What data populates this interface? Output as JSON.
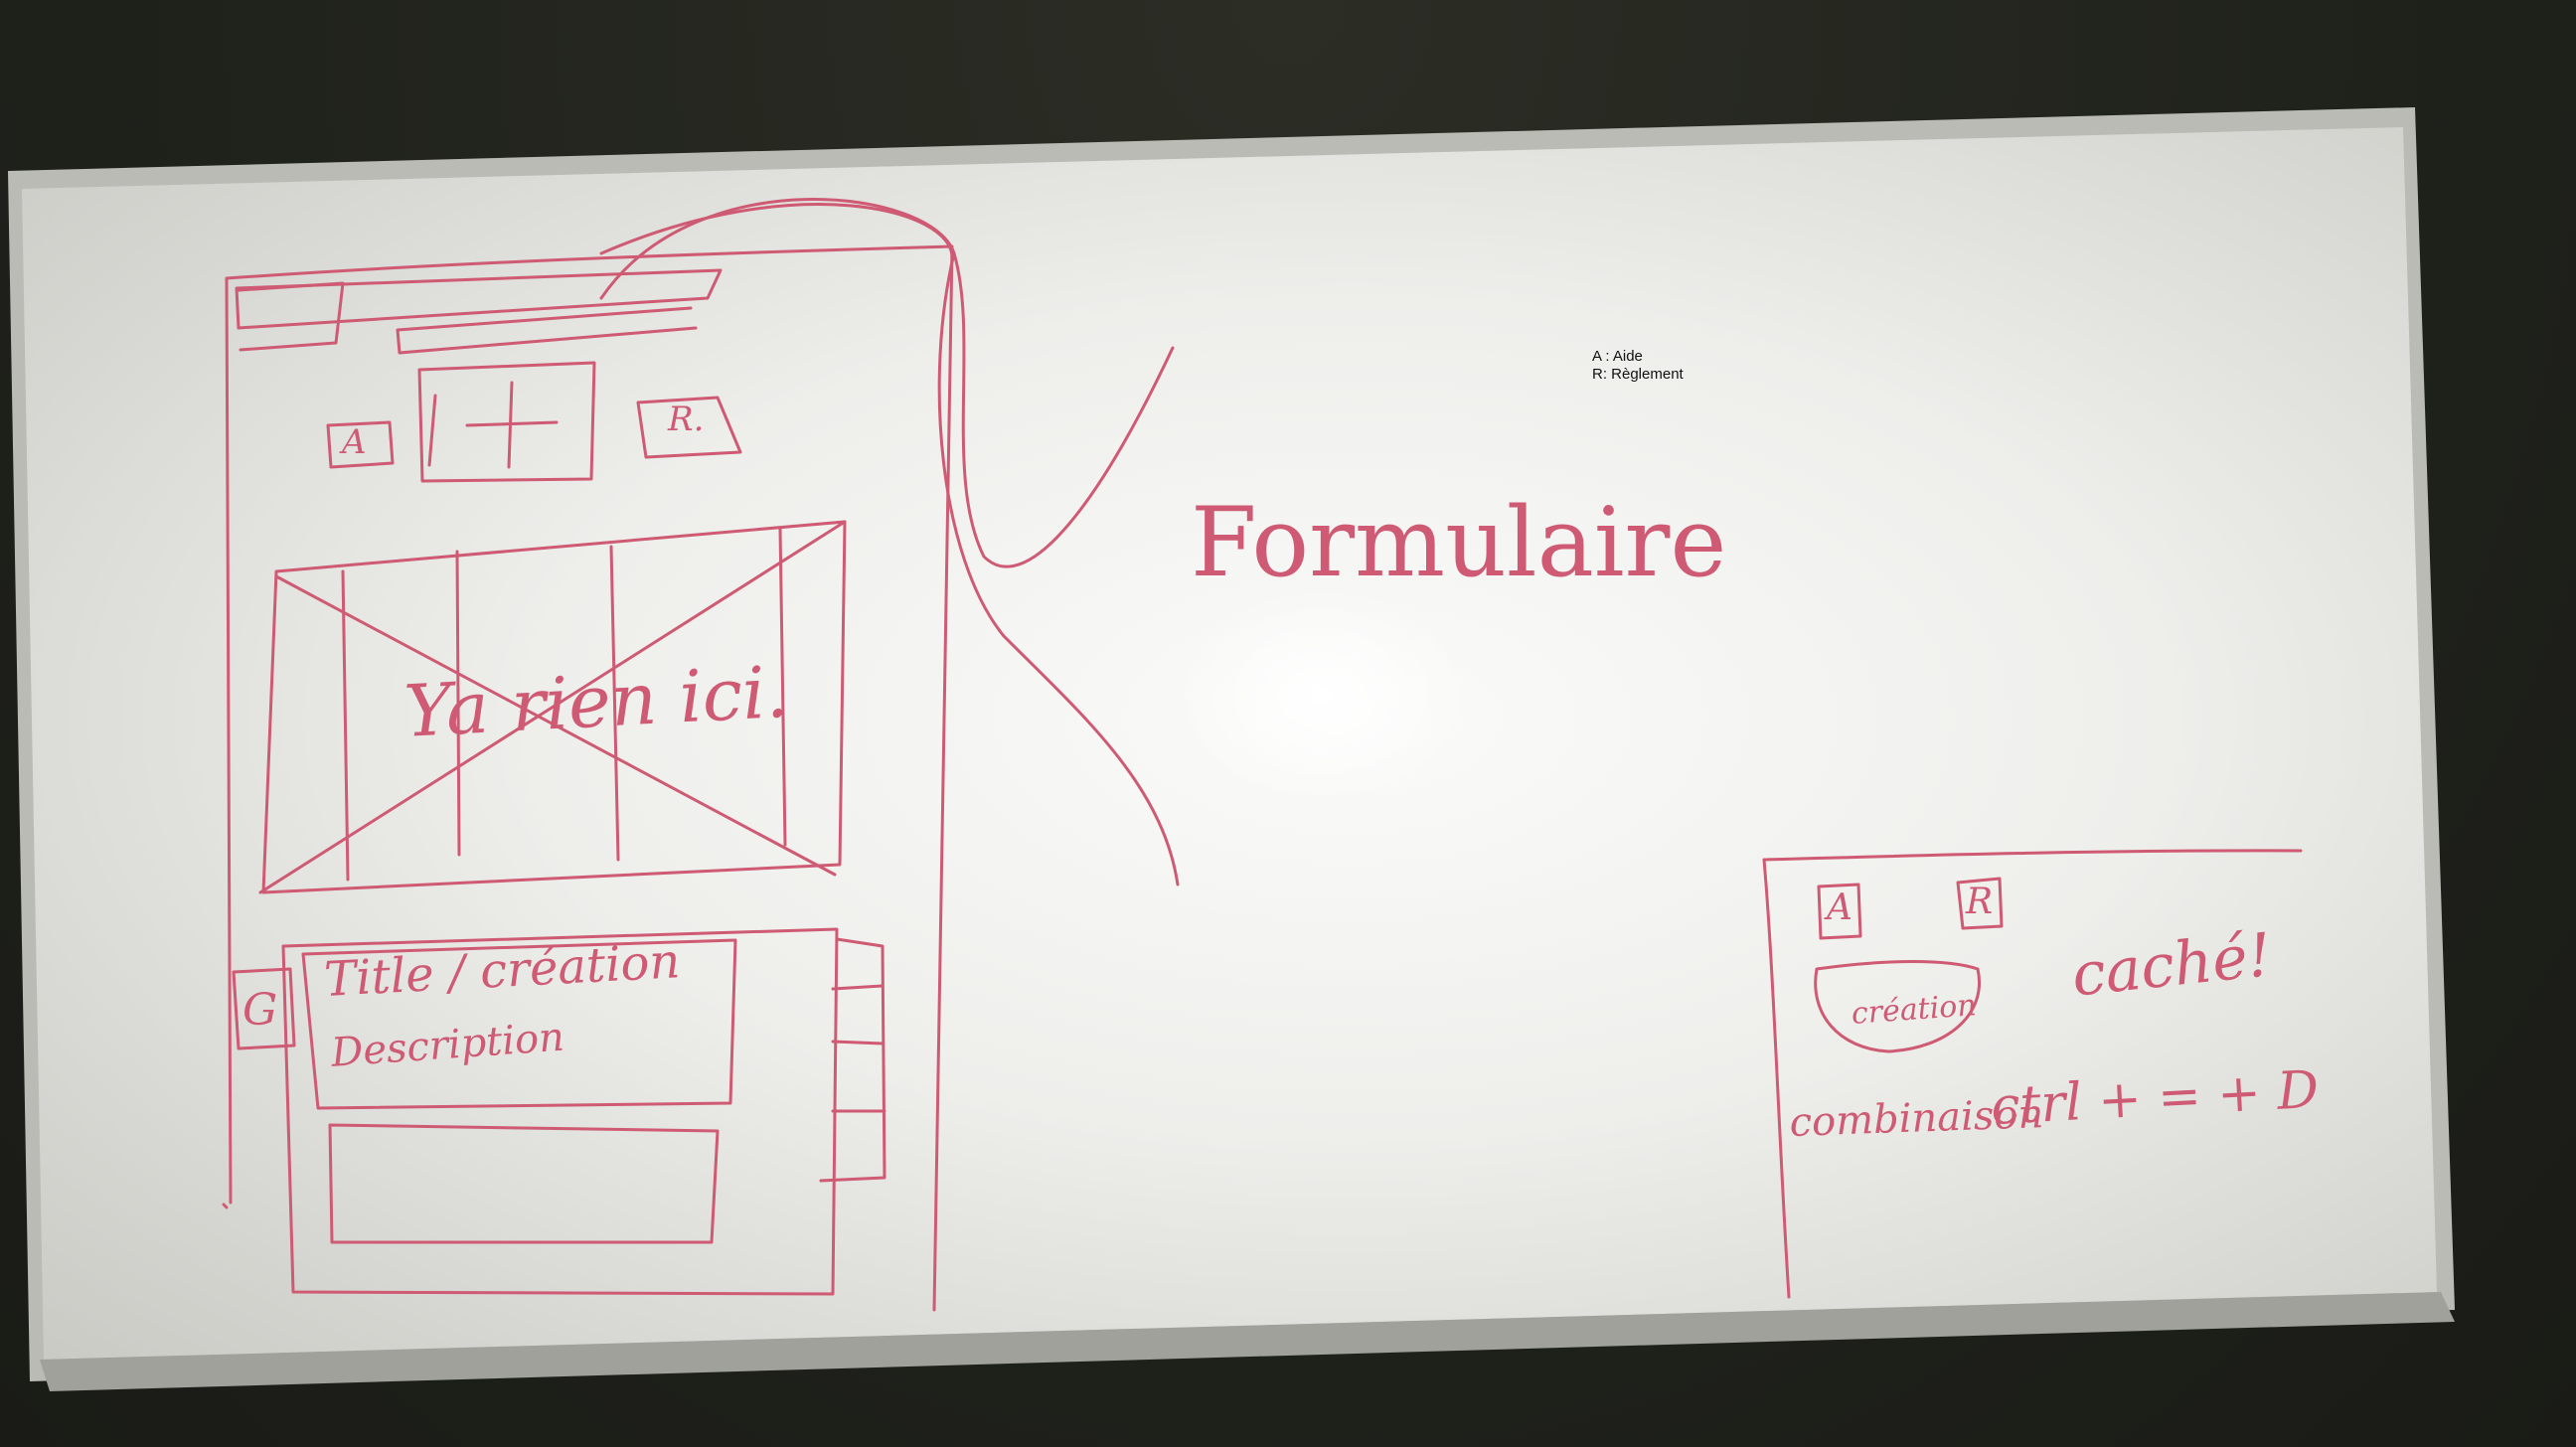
{
  "scene": {
    "board_color": "#f3f3f1",
    "marker_color": "#cf5a74",
    "frame_color": "#b9bbb4",
    "wall_color": "#24261f"
  },
  "overlay_note": {
    "line_a": "A : Aide",
    "line_r": "R: Règlement"
  },
  "sketch_left": {
    "help_box": "A",
    "add_button": "+",
    "rules_box": "R.",
    "empty_text": "Ya rien ici.",
    "side_box": "G",
    "card_title": "Title / création",
    "card_description": "Description"
  },
  "sketch_middle": {
    "form_label": "Formulaire"
  },
  "sketch_right": {
    "help_box": "A",
    "rules_box": "R",
    "bowl_label": "création",
    "hidden_label": "caché!",
    "shortcut_label": "combinaison",
    "shortcut_keys": "ctrl + = + D"
  }
}
